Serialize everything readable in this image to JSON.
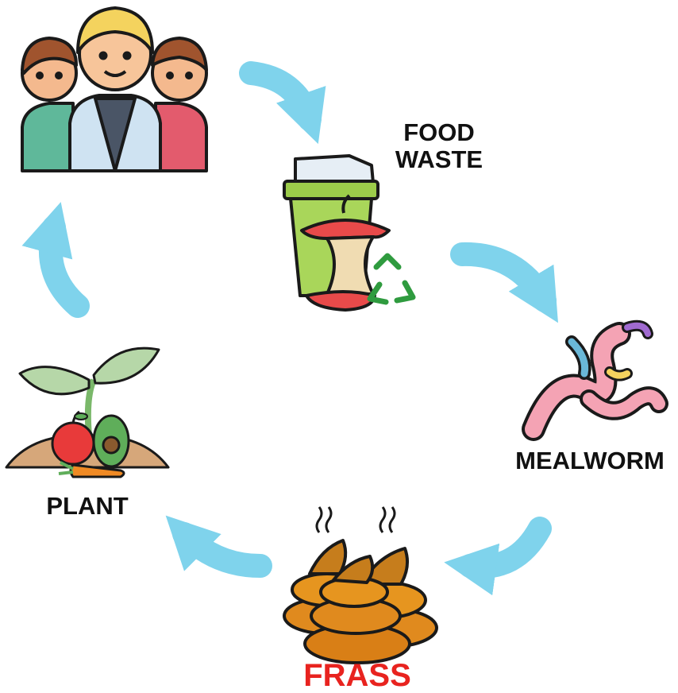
{
  "stages": {
    "food_waste": {
      "line1": "FOOD",
      "line2": "WASTE",
      "icon": "food-waste-bin-icon"
    },
    "mealworm": {
      "label": "MEALWORM",
      "icon": "mealworm-icon"
    },
    "frass": {
      "label": "FRASS",
      "icon": "frass-icon"
    },
    "plant": {
      "label": "PLANT",
      "icon": "plant-produce-icon"
    },
    "people": {
      "icon": "people-group-icon"
    }
  },
  "colors": {
    "arrow": "#7fd3ec",
    "arrow_outline": "#5cc0e0",
    "frass_label": "#e8231f",
    "label": "#111111"
  }
}
